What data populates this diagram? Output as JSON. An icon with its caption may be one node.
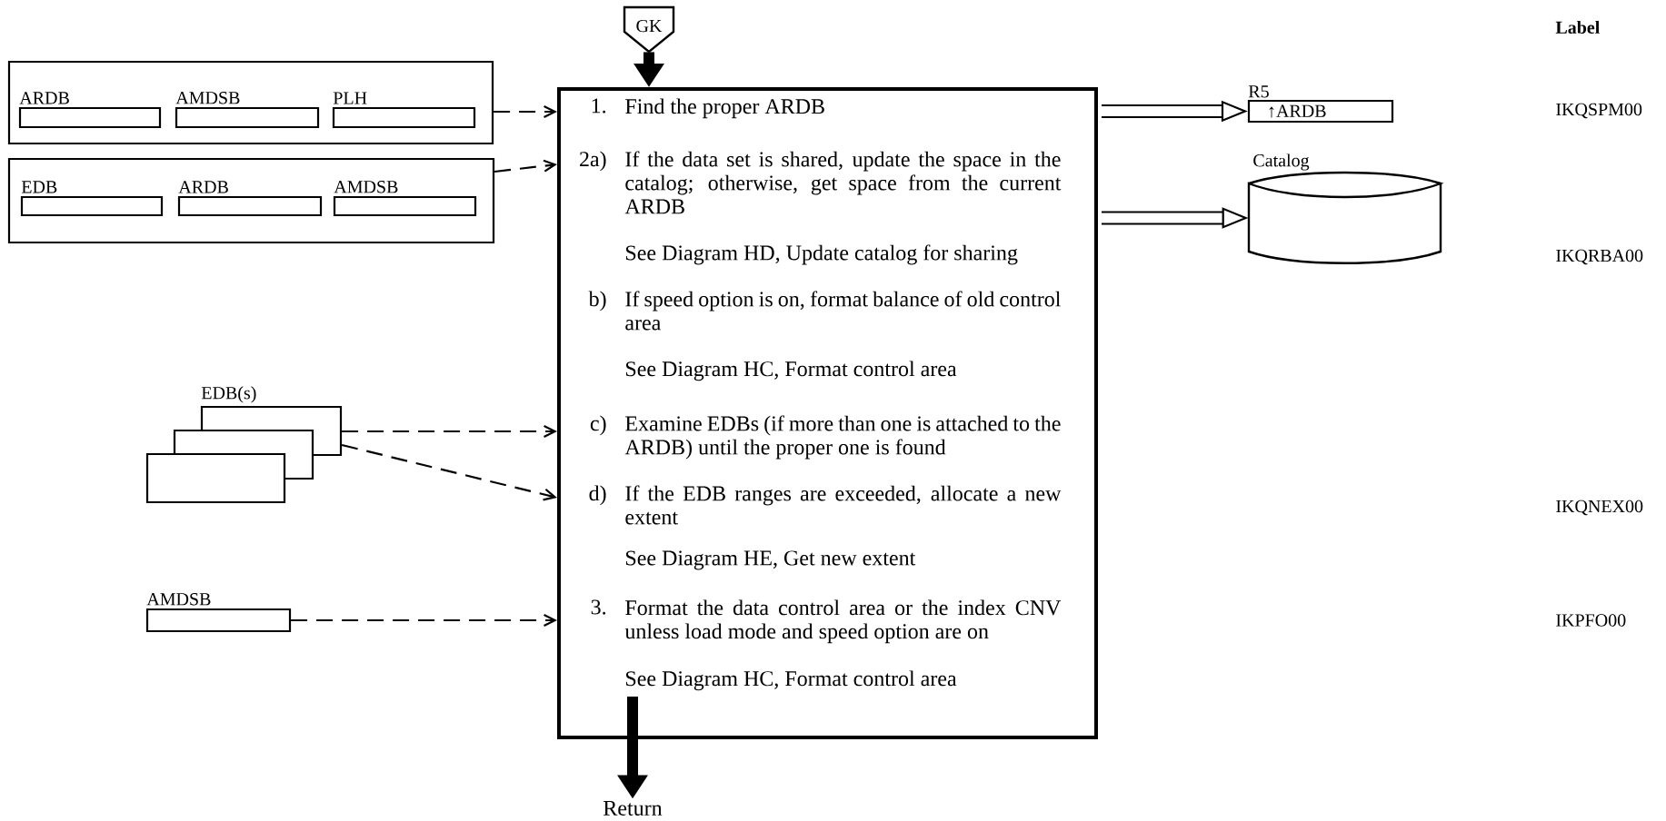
{
  "diagram": {
    "nodes": [
      {
        "text": [
          "GK"
        ]
      },
      {
        "text": [],
        "shape": "box"
      },
      {
        "text": [
          "ARDB"
        ],
        "in": 1
      },
      {
        "text": [
          "AMDSB"
        ],
        "in": 1
      },
      {
        "text": [
          "PLH"
        ],
        "in": 1
      },
      {
        "text": [],
        "shape": "box"
      },
      {
        "text": [
          "EDB"
        ],
        "in": 5
      },
      {
        "text": [
          "ARDB"
        ],
        "in": 5
      },
      {
        "text": [
          "AMDSB"
        ],
        "in": 5
      },
      {
        "text": [
          "1.",
          "Find the proper ARDB",
          "2a)",
          "If the data set is shared, update the space in the catalog; otherwise, get space from the current ARDB",
          "See Diagram HD, Update catalog for sharing",
          "b)",
          "If speed option is on, format balance of old control area",
          "See Diagram HC, Format control area",
          "c)",
          "Examine EDBs (if more than one is attached to the ARDB) until the proper one is found",
          "d)",
          "If the EDB ranges are exceeded, allocate a new extent",
          "See Diagram HE, Get new extent",
          "3.",
          "Format the data control area or the index CNV unless load mode and speed option are on",
          "See Diagram HC, Format control area"
        ]
      },
      {
        "text": [
          "R5",
          "↑ARDB"
        ]
      },
      {
        "text": [
          "Catalog"
        ]
      },
      {
        "text": [
          "EDB(s)"
        ]
      },
      {
        "text": [
          "AMDSB"
        ]
      },
      {
        "text": [
          "Return"
        ]
      }
    ],
    "edges": [
      {
        "from": 0,
        "to": 9,
        "arrow": "to",
        "style": "thick"
      },
      {
        "from": 1,
        "to": 9,
        "arrow": "to",
        "style": "dashed"
      },
      {
        "from": 5,
        "to": 9,
        "arrow": "to",
        "style": "dashed"
      },
      {
        "from": 9,
        "to": 10,
        "arrow": "to",
        "style": "thick"
      },
      {
        "from": 9,
        "to": 11,
        "arrow": "to",
        "style": "thick"
      },
      {
        "from": 12,
        "to": 9,
        "arrow": "to",
        "style": "dashed"
      },
      {
        "from": 12,
        "to": 9,
        "arrow": "to",
        "style": "dashed"
      },
      {
        "from": 13,
        "to": 9,
        "arrow": "to",
        "style": "dashed"
      },
      {
        "from": 9,
        "to": 14,
        "arrow": "to",
        "style": "thick"
      }
    ],
    "labels": [
      "Label",
      "IKQSPM00",
      "IKQRBA00",
      "IKQNEX00",
      "IKPFO00"
    ]
  }
}
